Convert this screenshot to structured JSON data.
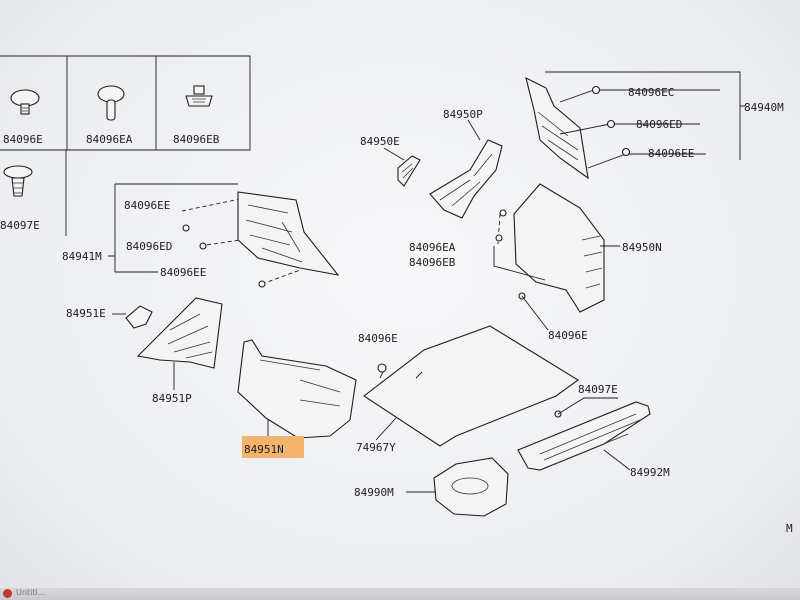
{
  "fasteners": [
    {
      "id": "clip-1",
      "label": "84096E",
      "icon": "push-clip-icon"
    },
    {
      "id": "clip-2",
      "label": "84096EA",
      "icon": "push-clip-icon"
    },
    {
      "id": "clip-3",
      "label": "84096EB",
      "icon": "grommet-clip-icon"
    },
    {
      "id": "clip-4",
      "label": "84097E",
      "icon": "fir-tree-clip-icon"
    }
  ],
  "callouts": {
    "l_84096ee_a": "84096EE",
    "l_84096ed_a": "84096ED",
    "l_84941m": "84941M",
    "l_84096ee_b": "84096EE",
    "l_84950e": "84950E",
    "l_84950p": "84950P",
    "l_84096ea": "84096EA",
    "l_84096eb": "84096EB",
    "l_84096ec": "84096EC",
    "l_84096ed_b": "84096ED",
    "l_84096ee_c": "84096EE",
    "l_84940m": "84940M",
    "l_84950n": "84950N",
    "l_84096e_a": "84096E",
    "l_84951e": "84951E",
    "l_84951p": "84951P",
    "l_84096e_b": "84096E",
    "l_84951n": "84951N",
    "l_74967y": "74967Y",
    "l_84097e": "84097E",
    "l_84992m": "84992M",
    "l_84990m": "84990M",
    "l_edge_m": "M"
  },
  "highlight": {
    "part": "84951N",
    "color": "#f2b36b"
  },
  "taskbar": {
    "icon": "app-icon",
    "text": "Untitl..."
  }
}
